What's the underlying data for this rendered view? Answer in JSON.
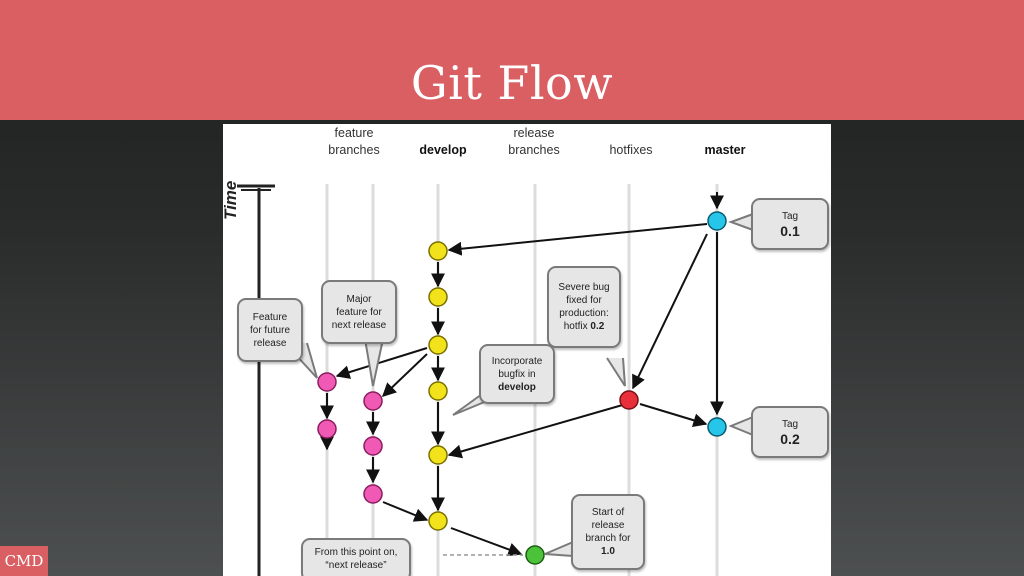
{
  "slide": {
    "title": "Git Flow",
    "footer_badge": "CMD"
  },
  "diagram": {
    "columns": {
      "feature": [
        "feature",
        "branches"
      ],
      "develop": "develop",
      "release": [
        "release",
        "branches"
      ],
      "hotfixes": "hotfixes",
      "master": "master"
    },
    "time_label": "Time",
    "bubbles": {
      "feature_future": [
        "Feature",
        "for future",
        "release"
      ],
      "major_feature": [
        "Major",
        "feature for",
        "next release"
      ],
      "severe_bug": [
        "Severe bug",
        "fixed for",
        "production:",
        "hotfix ",
        "0.2"
      ],
      "incorporate": [
        "Incorporate",
        "bugfix in",
        "develop"
      ],
      "tag1": [
        "Tag",
        "0.1"
      ],
      "tag2": [
        "Tag",
        "0.2"
      ],
      "start_release": [
        "Start of",
        "release",
        "branch for",
        "1.0"
      ],
      "from_point": [
        "From this point on,",
        "“next release”"
      ]
    },
    "colors": {
      "develop": "#f2e21c",
      "feature": "#f15ab4",
      "hotfix": "#e8303a",
      "master": "#27c5e8",
      "release": "#4cc23a"
    }
  }
}
